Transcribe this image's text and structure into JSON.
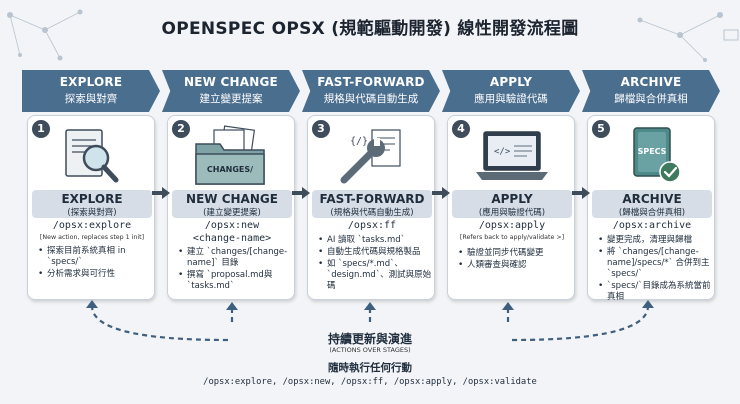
{
  "title": "OPENSPEC OPSX (規範驅動開發) 線性開發流程圖",
  "banners": [
    {
      "en": "EXPLORE",
      "zh": "探索與對齊"
    },
    {
      "en": "NEW CHANGE",
      "zh": "建立變更提案"
    },
    {
      "en": "FAST-FORWARD",
      "zh": "規格與代碼自動生成"
    },
    {
      "en": "APPLY",
      "zh": "應用與驗證代碼"
    },
    {
      "en": "ARCHIVE",
      "zh": "歸檔與合併真相"
    }
  ],
  "steps": [
    {
      "num": "1",
      "en": "EXPLORE",
      "zh": "(探索與對齊)",
      "cmd": "/opsx:explore",
      "note": "[New action, replaces step 1 init]",
      "bullets": [
        "探索目前系統真相 in `specs/`",
        "分析需求與可行性"
      ],
      "icon": "magnifier-document-icon"
    },
    {
      "num": "2",
      "en": "NEW CHANGE",
      "zh": "(建立變更提案)",
      "cmd": "/opsx:new",
      "cmd2": "<change-name>",
      "bullets": [
        "建立 `changes/[change-name]` 目錄",
        "撰寫 `proposal.md與 `tasks.md`"
      ],
      "icon": "folder-icon",
      "folder_label": "CHANGES/"
    },
    {
      "num": "3",
      "en": "FAST-FORWARD",
      "zh": "(規格與代碼自動生成)",
      "cmd": "/opsx:ff",
      "bullets": [
        "AI 讀取 `tasks.md`",
        "自動生成代碼與規格製品",
        "如 `specs/*.md`、`design.md`、測試與原始碼"
      ],
      "icon": "wrench-icon",
      "code_glyph": "{/}"
    },
    {
      "num": "4",
      "en": "APPLY",
      "zh": "(應用與驗證代碼)",
      "cmd": "/opsx:apply",
      "note": "[Refers back to apply/validate >]",
      "bullets": [
        "驗證並同步代碼變更",
        "人類審查與確認"
      ],
      "icon": "laptop-code-icon",
      "code_glyph": "</>"
    },
    {
      "num": "5",
      "en": "ARCHIVE",
      "zh": "(歸檔與合併真相)",
      "cmd": "/opsx:archive",
      "bullets": [
        "變更完成，清理與歸檔",
        "將 `changes/[change-name]/specs/*` 合併到主 `specs/`",
        "`specs/`目錄成為系統當前真相"
      ],
      "icon": "archive-box-icon",
      "box_label": "SPECS"
    }
  ],
  "loop": {
    "title": "持續更新與演進",
    "subtitle": "(ACTIONS OVER STAGES)",
    "zh": "隨時執行任何行動",
    "commands": "/opsx:explore, /opsx:new, /opsx:ff, /opsx:apply, /opsx:validate"
  },
  "colors": {
    "banner": "#4a6e8e",
    "label_box": "#d6dde6",
    "loop_line": "#3f5f7e",
    "accent_teal": "#4f8a8b"
  }
}
